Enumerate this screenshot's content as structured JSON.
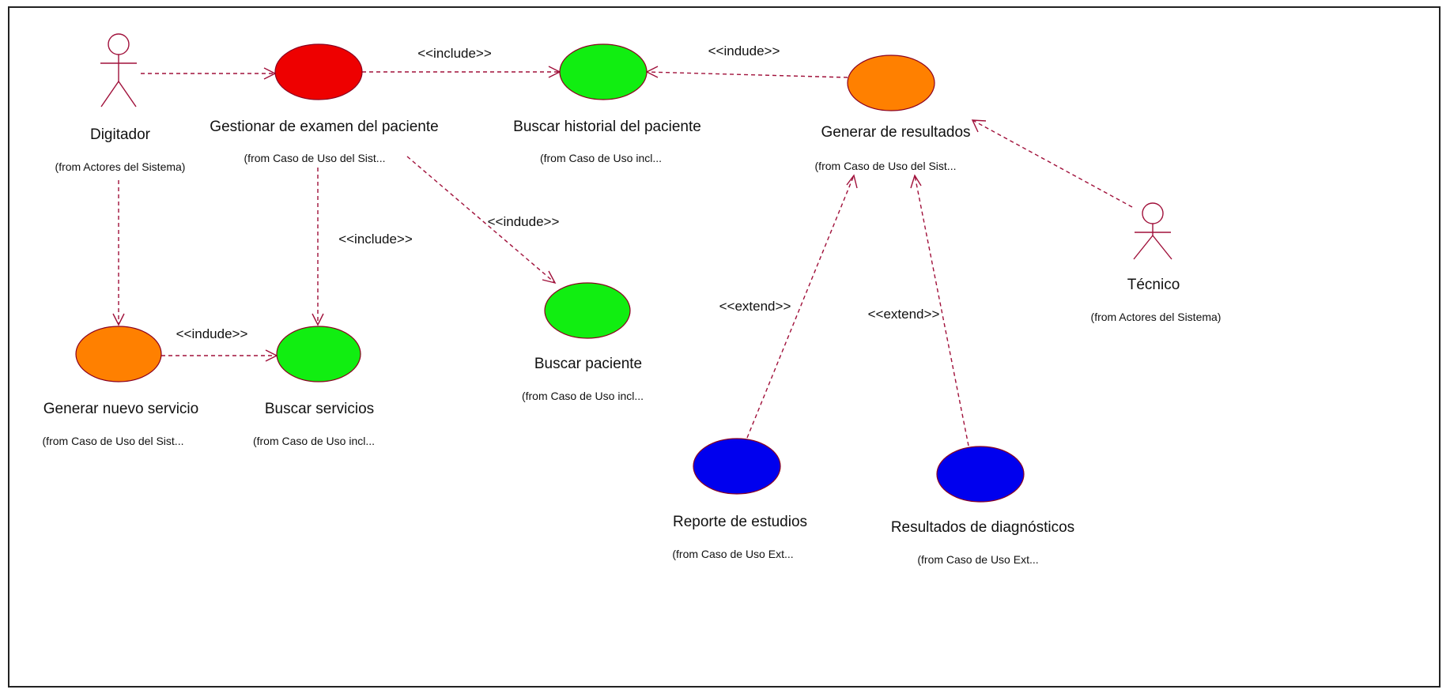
{
  "colors": {
    "red": "#ee0000",
    "green": "#11ee11",
    "orange": "#ff8000",
    "blue": "#0000ee",
    "line": "#a0103a"
  },
  "actors": {
    "digitador": {
      "name": "Digitador",
      "from": "(from Actores del Sistema)"
    },
    "tecnico": {
      "name": "Técnico",
      "from": "(from Actores del Sistema)"
    }
  },
  "usecases": {
    "gestionar": {
      "name": "Gestionar de examen del paciente",
      "from": "(from Caso de Uso del Sist...",
      "color": "red"
    },
    "historial": {
      "name": "Buscar  historial del paciente",
      "from": "(from Caso de Uso incl...",
      "color": "green"
    },
    "generar_resultados": {
      "name": "Generar de  resultados",
      "from": "(from Caso de Uso del Sist...",
      "color": "orange"
    },
    "buscar_paciente": {
      "name": "Buscar paciente",
      "from": "(from Caso de Uso incl...",
      "color": "green"
    },
    "generar_servicio": {
      "name": "Generar  nuevo servicio",
      "from": "(from Caso de Uso del Sist...",
      "color": "orange"
    },
    "buscar_servicios": {
      "name": "Buscar servicios",
      "from": "(from Caso de Uso incl...",
      "color": "green"
    },
    "reporte": {
      "name": "Reporte de estudios",
      "from": "(from Caso de Uso Ext...",
      "color": "blue"
    },
    "resultados_diag": {
      "name": "Resultados de diagnósticos",
      "from": "(from Caso de Uso Ext...",
      "color": "blue"
    }
  },
  "stereotypes": {
    "include_top_left": "<<include>>",
    "include_top_right": "<<indude>>",
    "include_paciente": "<<indude>>",
    "include_servicios_v": "<<include>>",
    "include_servicios_h": "<<indude>>",
    "extend_reporte": "<<extend>>",
    "extend_diag": "<<extend>>"
  }
}
